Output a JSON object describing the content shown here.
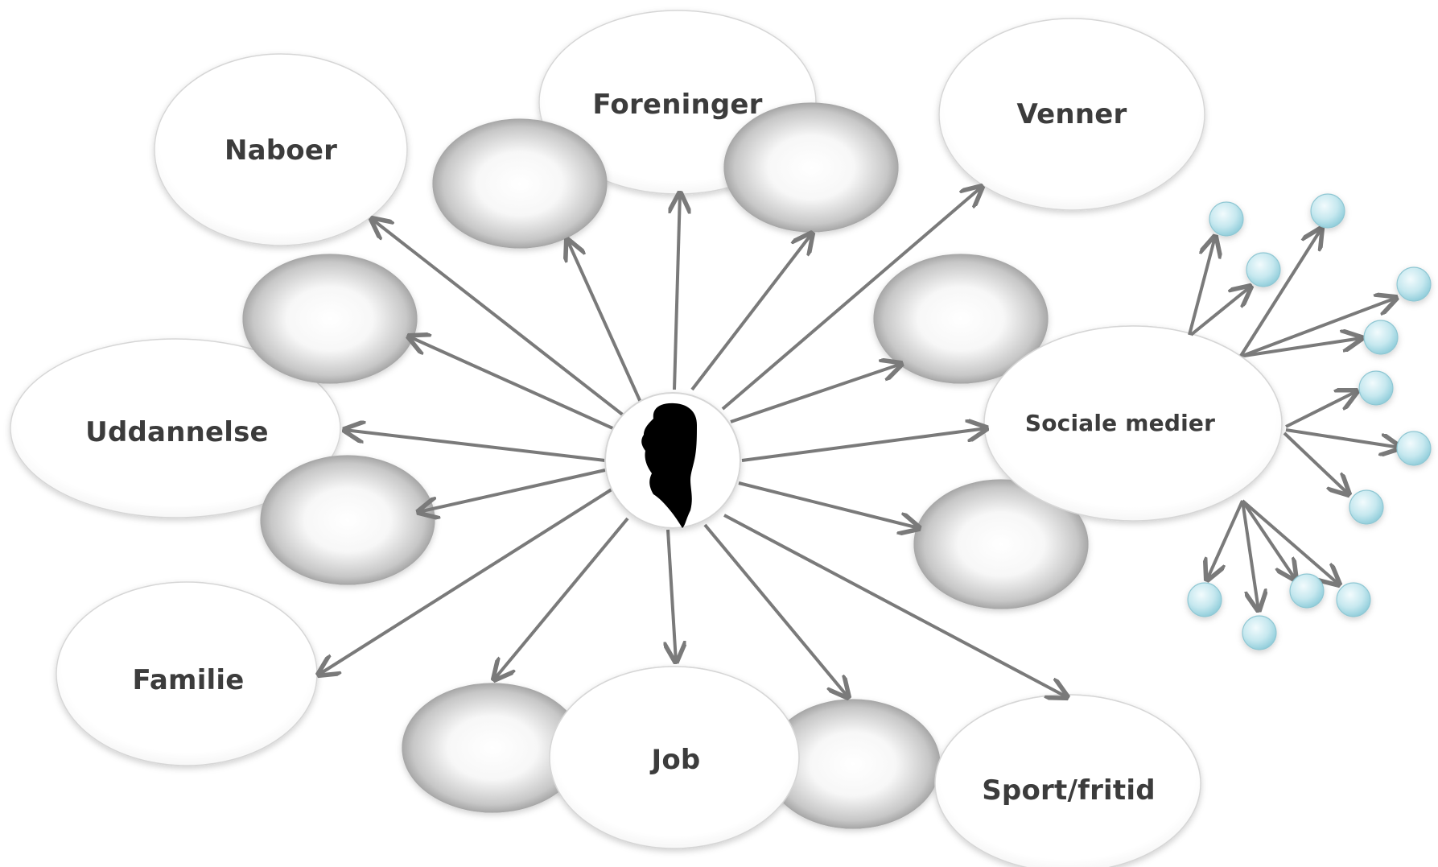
{
  "diagram": {
    "nodes": {
      "naboer": "Naboer",
      "foreninger": "Foreninger",
      "venner": "Venner",
      "uddannelse": "Uddannelse",
      "sociale_medier": "Sociale medier",
      "familie": "Familie",
      "job": "Job",
      "sport_fritid": "Sport/fritid"
    },
    "center_icon": "person-silhouette-icon",
    "colors": {
      "arrow": "#7a7a7a",
      "ellipse_stroke": "#d0d0d0",
      "label": "#3c3c3c",
      "bubble_edge": "#8f8f8f",
      "social_dot": "#bfe6ee"
    }
  }
}
